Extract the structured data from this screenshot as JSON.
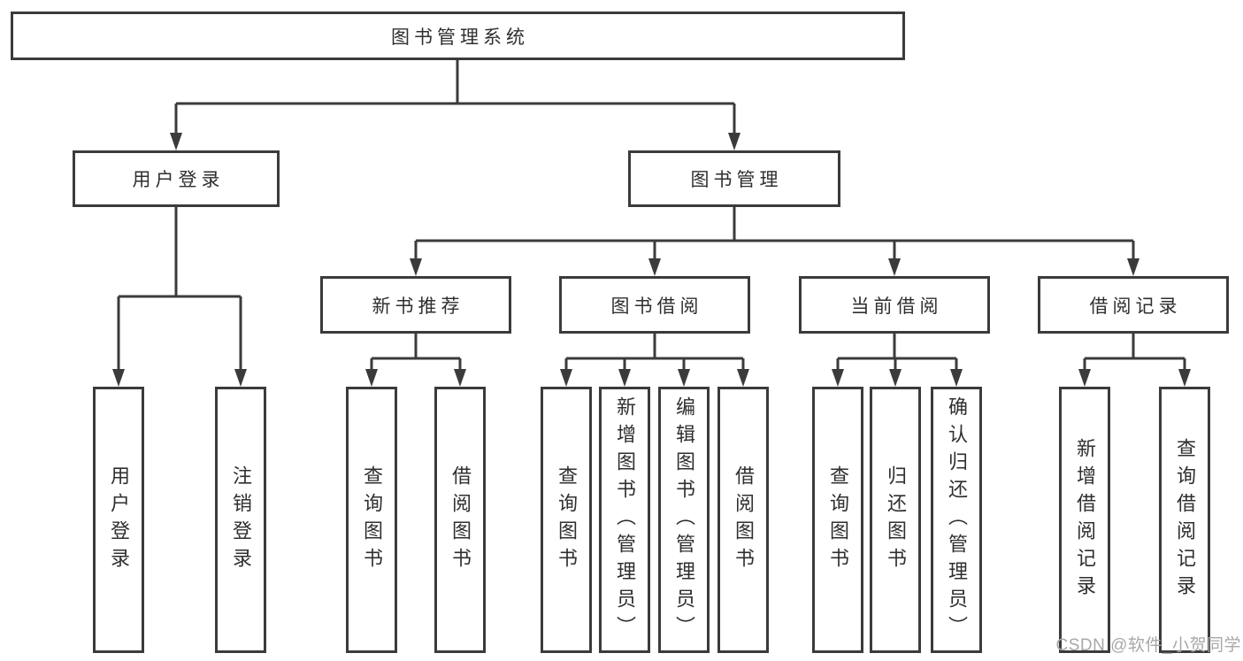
{
  "diagram_title": "图书管理系统",
  "colors": {
    "line": "#3b3b3b",
    "box_border": "#3b3b3b",
    "box_fill": "#ffffff",
    "text": "#2f2f2f",
    "watermark": "#a8a8a8",
    "background": "#ffffff"
  },
  "tree": {
    "label": "图书管理系统",
    "children": [
      {
        "label": "用户登录",
        "children": [
          {
            "label": "用户登录"
          },
          {
            "label": "注销登录"
          }
        ]
      },
      {
        "label": "图书管理",
        "children": [
          {
            "label": "新书推荐",
            "children": [
              {
                "label": "查询图书"
              },
              {
                "label": "借阅图书"
              }
            ]
          },
          {
            "label": "图书借阅",
            "children": [
              {
                "label": "查询图书"
              },
              {
                "label": "新增图书（管理员）"
              },
              {
                "label": "编辑图书（管理员）"
              },
              {
                "label": "借阅图书"
              }
            ]
          },
          {
            "label": "当前借阅",
            "children": [
              {
                "label": "查询图书"
              },
              {
                "label": "归还图书"
              },
              {
                "label": "确认归还（管理员）"
              }
            ]
          },
          {
            "label": "借阅记录",
            "children": [
              {
                "label": "新增借阅记录"
              },
              {
                "label": "查询借阅记录"
              }
            ]
          }
        ]
      }
    ]
  },
  "watermark": {
    "text": "CSDN @软件_小贺同学"
  }
}
